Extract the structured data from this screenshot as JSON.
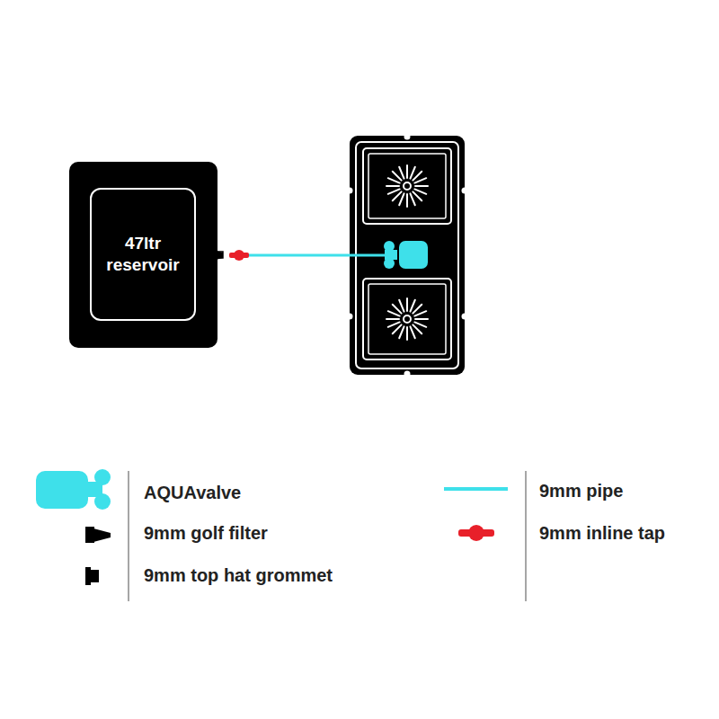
{
  "diagram": {
    "nodes": [
      {
        "text": [
          "47ltr reservoir"
        ]
      }
    ],
    "legend": [
      {
        "text": "AQUAvalve"
      },
      {
        "text": "9mm golf filter"
      },
      {
        "text": "9mm top hat grommet"
      },
      {
        "text": "9mm pipe"
      },
      {
        "text": "9mm inline tap"
      }
    ]
  }
}
